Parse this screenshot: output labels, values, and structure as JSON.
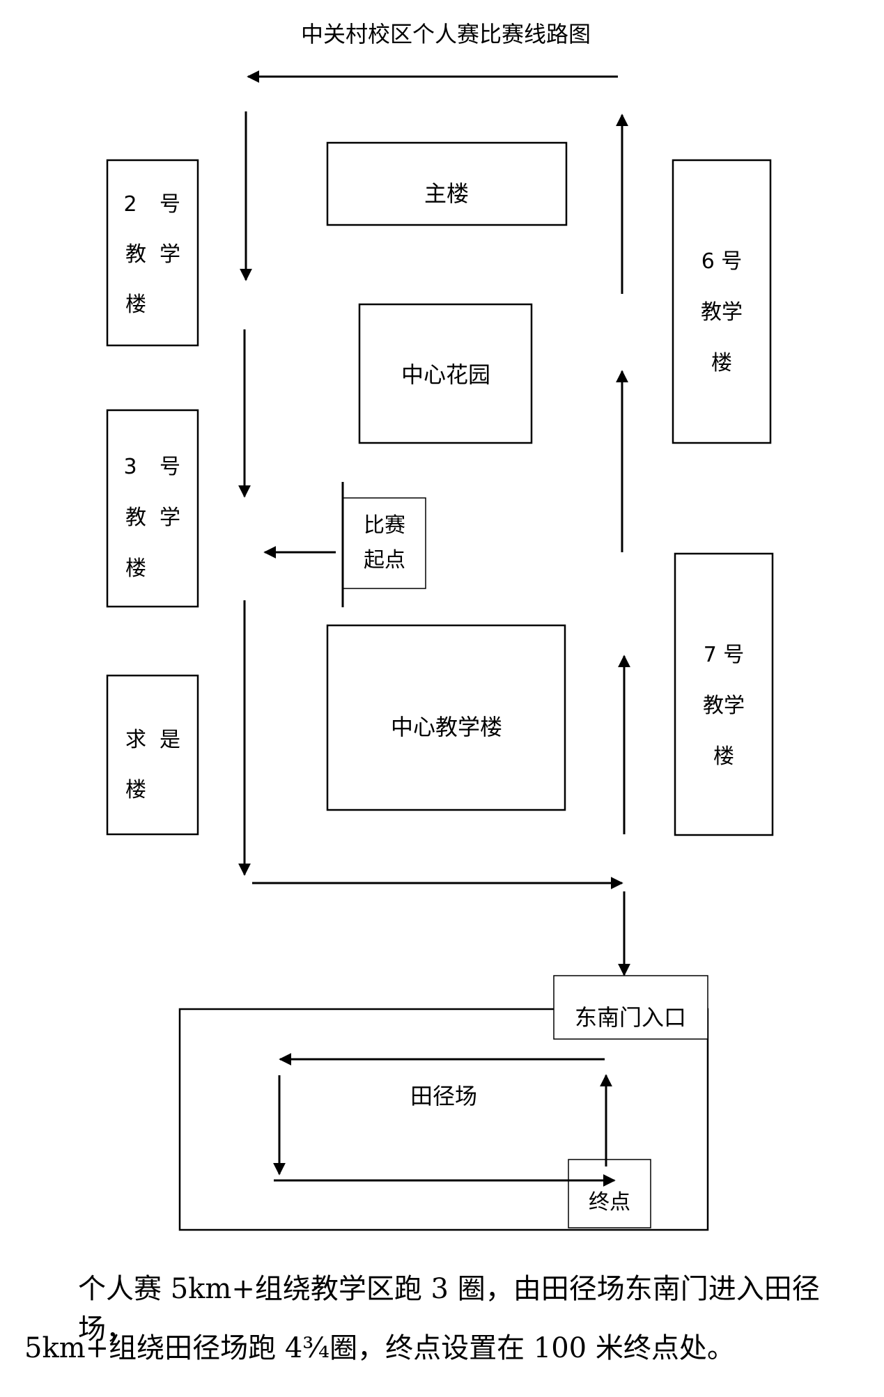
{
  "title": "中关村校区个人赛比赛线路图",
  "buildings": {
    "main": "主楼",
    "garden": "中心花园",
    "center_teaching": "中心教学楼",
    "b2": [
      "2",
      "号",
      "教",
      "学",
      "楼"
    ],
    "b3": [
      "3",
      "号",
      "教",
      "学",
      "楼"
    ],
    "qiushi": [
      "求",
      "是",
      "楼"
    ],
    "b6": [
      "6 号",
      "教学",
      "楼"
    ],
    "b7": [
      "7 号",
      "教学",
      "楼"
    ],
    "start": [
      "比赛",
      "起点"
    ],
    "southeast_gate": "东南门入口",
    "track_field": "田径场",
    "finish": "终点"
  },
  "caption": {
    "line1": "个人赛 5km+组绕教学区跑 3 圈，由田径场东南门进入田径场，",
    "line2": "5km+组绕田径场跑 4¾圈，终点设置在 100 米终点处。"
  },
  "colors": {
    "line": "#000000",
    "background": "#ffffff"
  }
}
